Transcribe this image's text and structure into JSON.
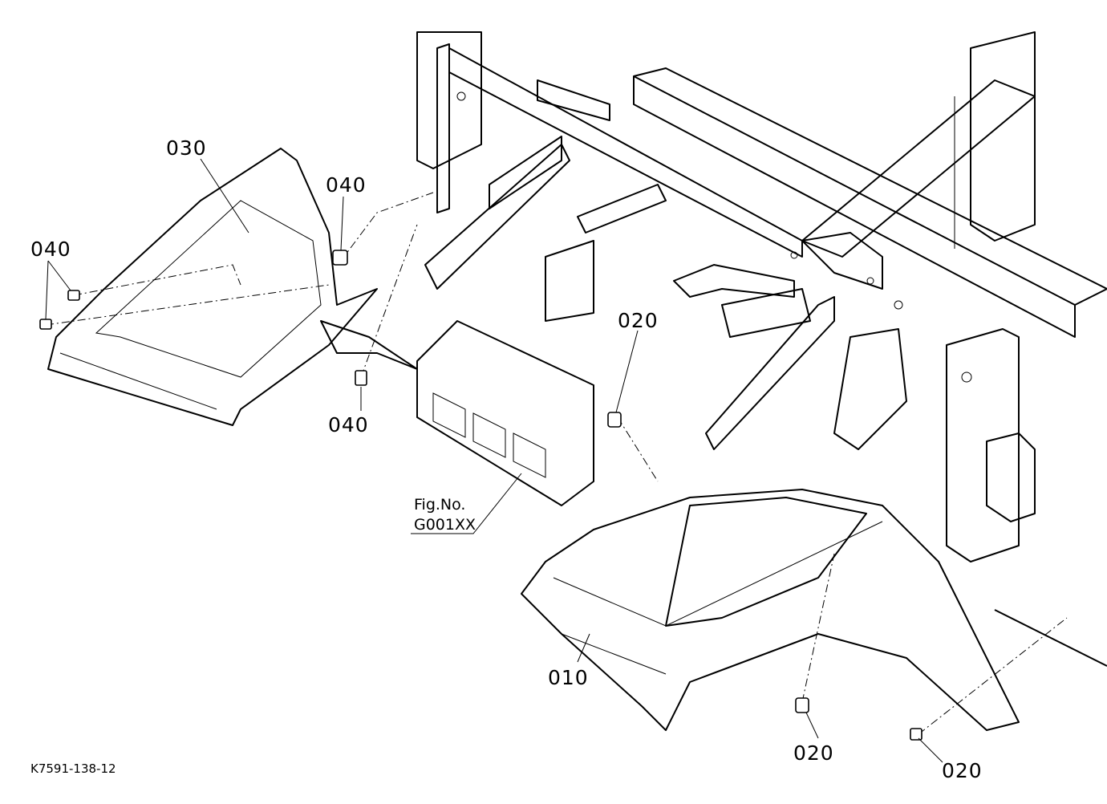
{
  "callouts": [
    {
      "id": "010",
      "text": "010"
    },
    {
      "id": "020a",
      "text": "020"
    },
    {
      "id": "020b",
      "text": "020"
    },
    {
      "id": "020c",
      "text": "020"
    },
    {
      "id": "030",
      "text": "030"
    },
    {
      "id": "040a",
      "text": "040"
    },
    {
      "id": "040b",
      "text": "040"
    },
    {
      "id": "040c",
      "text": "040"
    }
  ],
  "figure_ref": {
    "line1": "Fig.No.",
    "line2": "G001XX"
  },
  "drawing_code": "K7591-138-12"
}
